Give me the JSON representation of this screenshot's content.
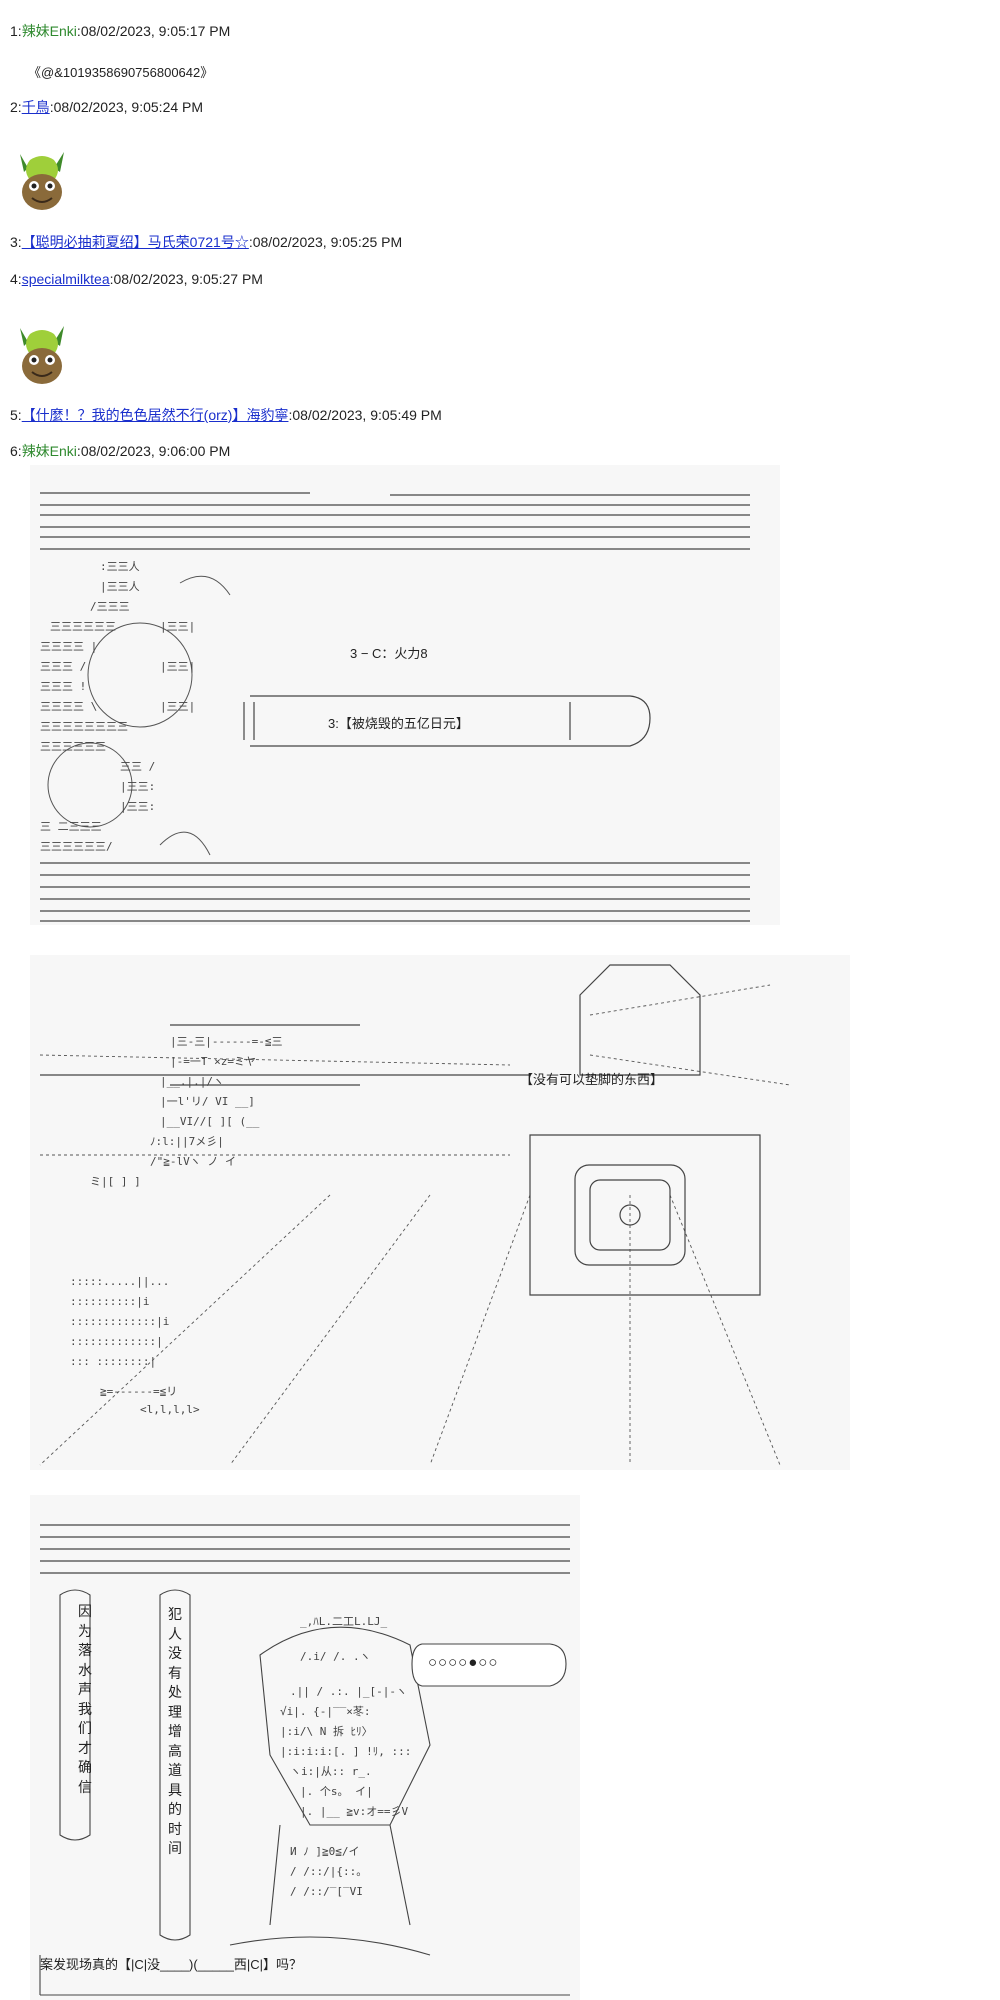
{
  "posts": [
    {
      "num": "1",
      "name": "辣妹Enki",
      "date": "08/02/2023, 9:05:17 PM",
      "body": "《@&1019358690756800642》"
    },
    {
      "num": "2",
      "name": "千鳥",
      "date": "08/02/2023, 9:05:24 PM"
    },
    {
      "num": "3",
      "name": "【聪明必抽莉夏绍】马氏荣0721号☆",
      "date": "08/02/2023, 9:05:25 PM"
    },
    {
      "num": "4",
      "name": "specialmilktea",
      "date": "08/02/2023, 9:05:27 PM"
    },
    {
      "num": "5",
      "name": "【什麼！？我的色色居然不行(orz)】海豹寧",
      "date": "08/02/2023, 9:05:49 PM"
    },
    {
      "num": "6",
      "name": "辣妹Enki",
      "date": "08/02/2023, 9:06:00 PM"
    }
  ],
  "separator": ":",
  "scene1": {
    "title": "3 − C：火力8",
    "box_text": "3:【被烧毁的五亿日元】"
  },
  "scene2": {
    "caption": "【没有可以垫脚的东西】"
  },
  "scene3": {
    "left_col": [
      "因",
      "为",
      "落",
      "水",
      "声",
      "我",
      "们",
      "才",
      "确",
      "信"
    ],
    "right_col": [
      "犯",
      "人",
      "没",
      "有",
      "处",
      "理",
      "增",
      "高",
      "道",
      "具",
      "的",
      "时",
      "间"
    ],
    "bubble": "○○○○●○○",
    "bottom": "案发现场真的【|C|没____)(_____西|C|】吗？"
  },
  "colors": {
    "link": "#1a2fcc",
    "green_name": "#2f8a2f",
    "text": "#222222"
  },
  "icons": [
    "avatar-icon"
  ]
}
